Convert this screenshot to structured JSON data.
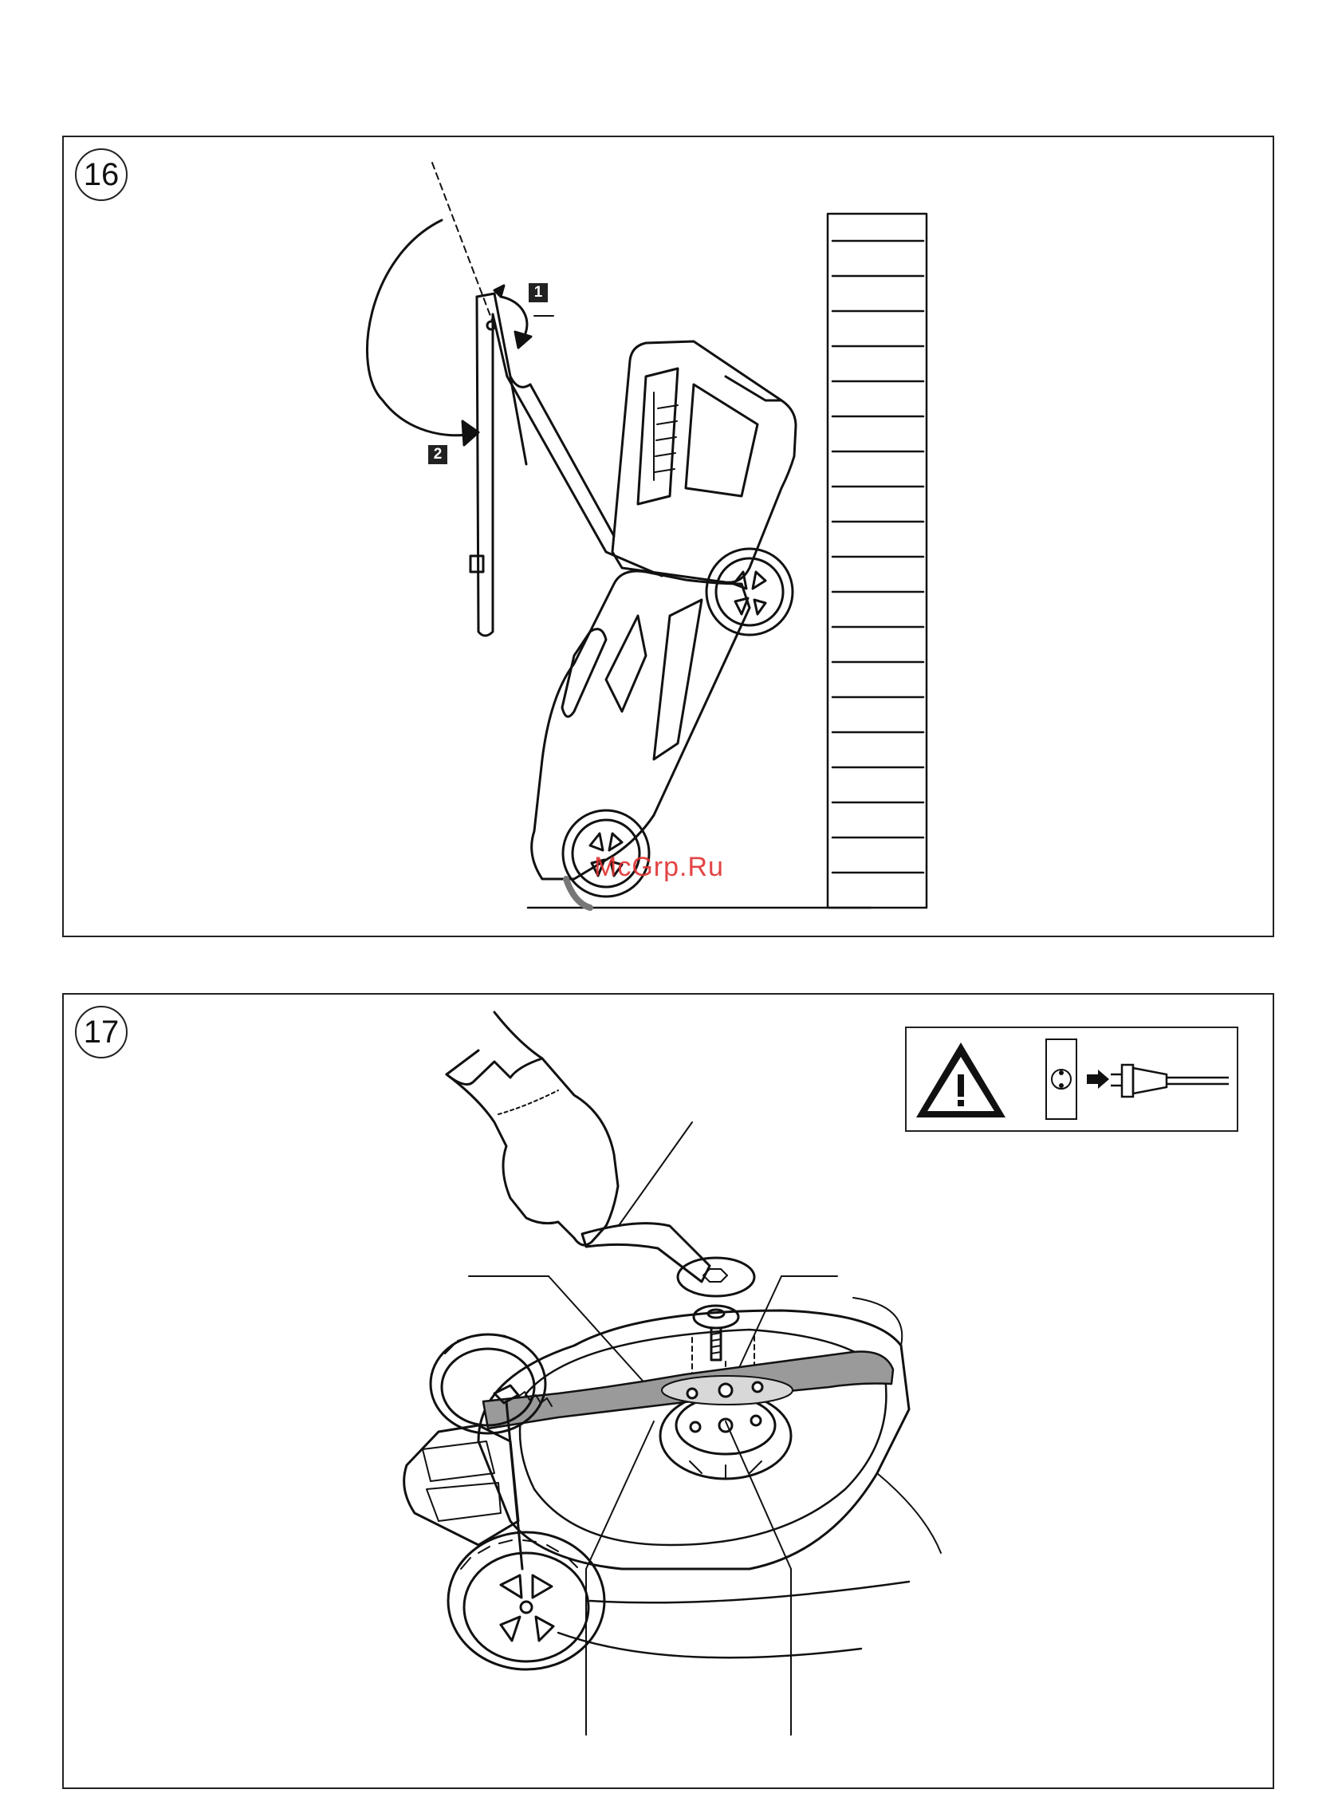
{
  "figures": [
    {
      "number": "16",
      "steps": [
        "1",
        "2"
      ]
    },
    {
      "number": "17"
    }
  ],
  "watermark": "McGrp.Ru",
  "icons": {
    "warning": "warning-triangle-icon",
    "socket": "socket-icon",
    "arrow": "arrow-right-icon",
    "plug": "plug-icon"
  }
}
